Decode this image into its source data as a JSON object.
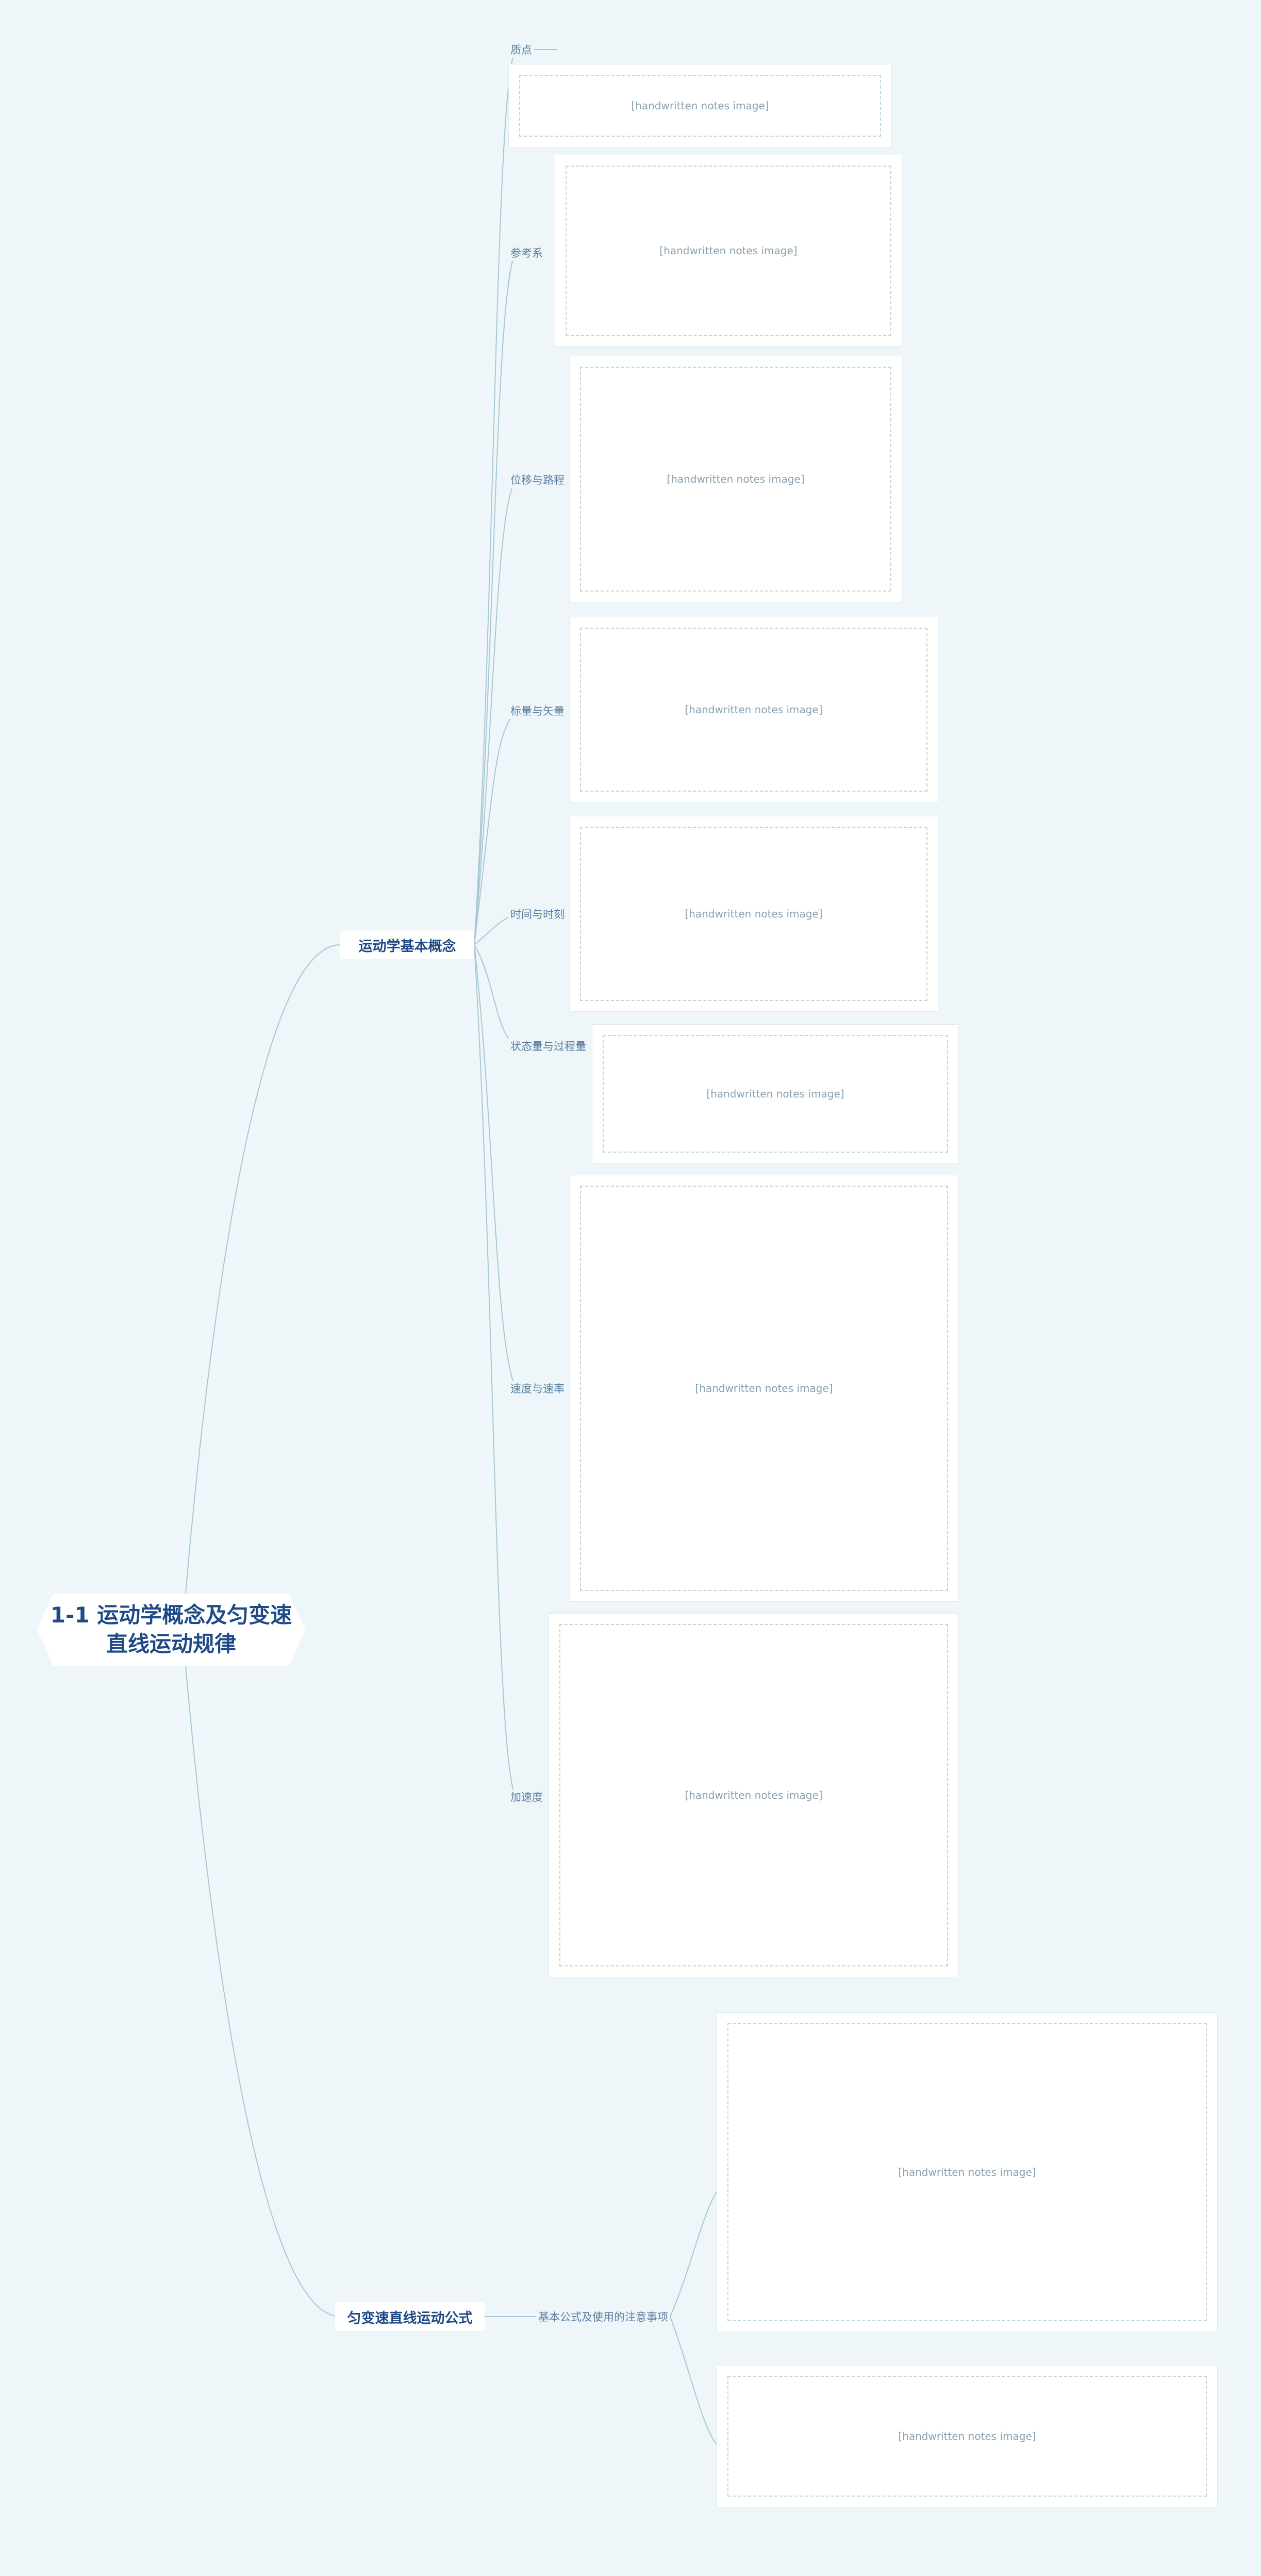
{
  "root": {
    "line1": "1-1 运动学概念及匀变速",
    "line2": "直线运动规律"
  },
  "branches": [
    {
      "label": "运动学基本概念"
    },
    {
      "label": "匀变速直线运动公式"
    }
  ],
  "concept_topics": [
    {
      "label": "质点"
    },
    {
      "label": "参考系"
    },
    {
      "label": "位移与路程"
    },
    {
      "label": "标量与矢量"
    },
    {
      "label": "时间与时刻"
    },
    {
      "label": "状态量与过程量"
    },
    {
      "label": "速度与速率"
    },
    {
      "label": "加速度"
    }
  ],
  "formula_topics": [
    {
      "label": "基本公式及使用的注意事项"
    }
  ],
  "image_placeholder": "[handwritten notes image]",
  "colors": {
    "background": "#eef6f9",
    "line": "#a9c7d4",
    "accent": "#1f4a87",
    "topic": "#5b7fa0"
  }
}
